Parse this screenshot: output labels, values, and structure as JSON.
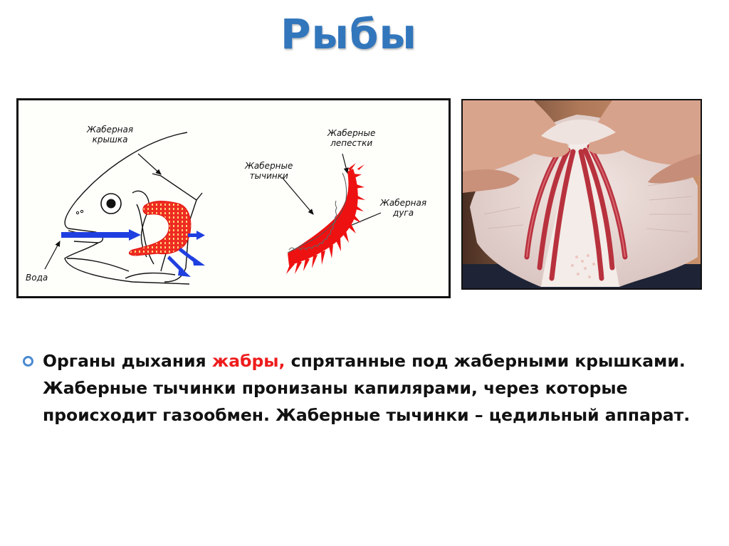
{
  "slide": {
    "title": "Рыбы",
    "title_color": "#3276bc",
    "diagram": {
      "labels": {
        "operculum": [
          "Жаберная",
          "крышка"
        ],
        "water": "Вода",
        "rakers": [
          "Жаберные",
          "тычинки"
        ],
        "filaments": [
          "Жаберные",
          "лепестки"
        ],
        "arch": [
          "Жаберная",
          "дуга"
        ]
      },
      "colors": {
        "gill_red": "#ee2222",
        "water_arrow_blue": "#1f3fe0",
        "outline": "#111111"
      }
    },
    "photo": {
      "description": "Hands opening a fish's gill cover to reveal red gill arches"
    },
    "bullet": {
      "icon": "hollow-circle-bullet",
      "icon_color": "#4a8ad0",
      "text_before": "Органы дыхания ",
      "text_accent": "жабры,",
      "text_after": " спрятанные под жаберными крышками. Жаберные тычинки пронизаны капилярами, через которые происходит газообмен. Жаберные тычинки – цедильный аппарат.",
      "accent_color": "#ee1c1c"
    }
  }
}
